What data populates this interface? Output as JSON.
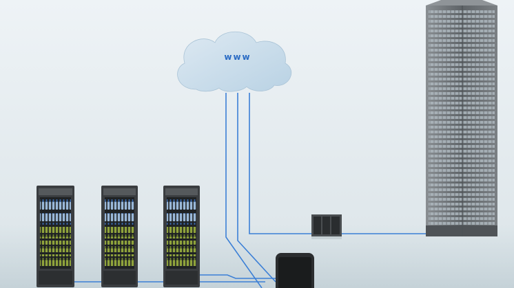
{
  "cloud": {
    "label": "www"
  },
  "colors": {
    "background_top": "#eef3f6",
    "background_bottom": "#c9d6dc",
    "floor": "#d4dee2",
    "cloud_fill": "#cfe2ef",
    "network_line": "#3b7fd6",
    "cabinet_body": "#3a3d40",
    "tower_body": "#6a6e72",
    "phone_body": "#2b2d2f"
  },
  "icons": [
    "cloud-icon",
    "vending-fridge",
    "server-rack",
    "office-tower",
    "smartphone"
  ]
}
